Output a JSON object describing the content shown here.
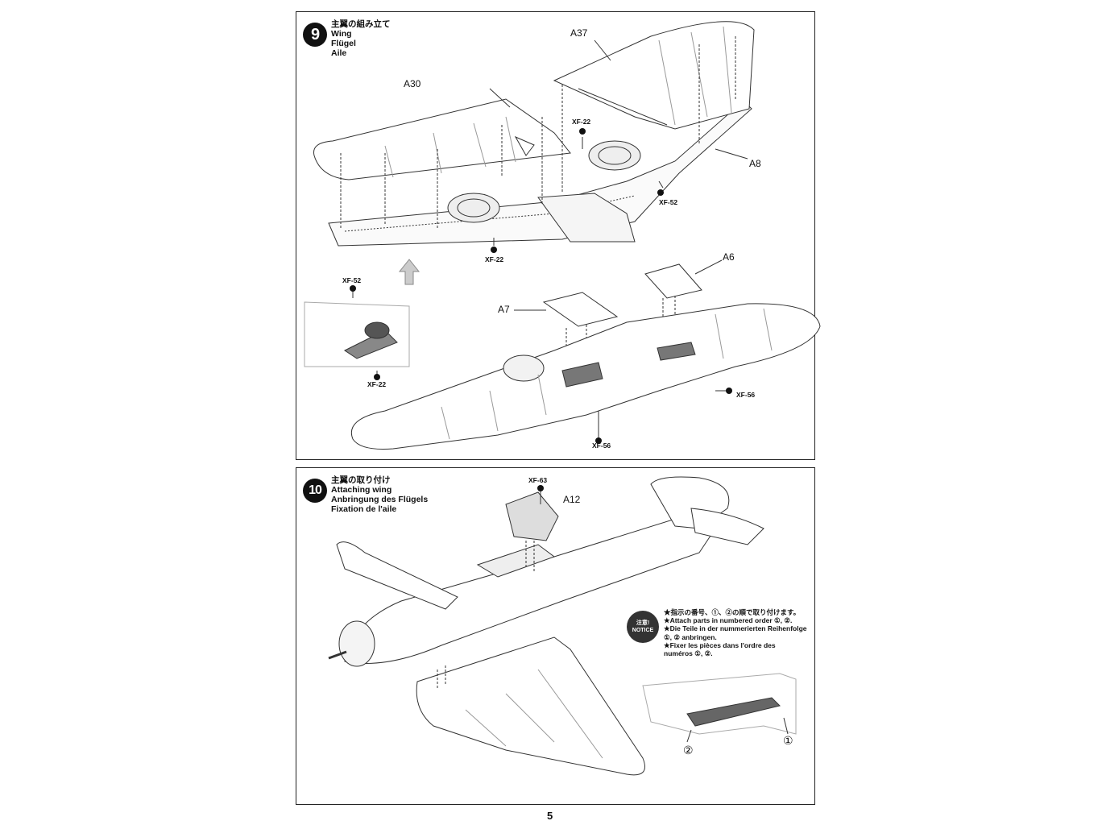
{
  "step9": {
    "number": "9",
    "title_jp": "主翼の組み立て",
    "title_en": "Wing",
    "title_de": "Flügel",
    "title_fr": "Aile",
    "parts": {
      "a37": "A37",
      "a30": "A30",
      "a8": "A8",
      "a6": "A6",
      "a7": "A7"
    },
    "paints": {
      "xf22_top": "XF-22",
      "xf52_right": "XF-52",
      "xf22_bottom": "XF-22",
      "xf52_inset": "XF-52",
      "xf22_inset": "XF-22",
      "xf56_right": "XF-56",
      "xf56_bottom": "XF-56"
    }
  },
  "step10": {
    "number": "10",
    "title_jp": "主翼の取り付け",
    "title_en": "Attaching wing",
    "title_de": "Anbringung des Flügels",
    "title_fr": "Fixation de l'aile",
    "parts": {
      "a12": "A12"
    },
    "paints": {
      "xf63": "XF-63"
    },
    "notice_icon_jp": "注意!",
    "notice_icon_en": "NOTICE",
    "notice_lines": [
      "★指示の番号、①、②の順で取り付けます。",
      "★Attach parts in numbered order ①, ②.",
      "★Die Teile in der nummerierten Reihenfolge",
      "①, ② anbringen.",
      "★Fixer les pièces dans l'ordre des",
      "numéros ①, ②."
    ],
    "order_1": "①",
    "order_2": "②"
  },
  "page_number": "5"
}
